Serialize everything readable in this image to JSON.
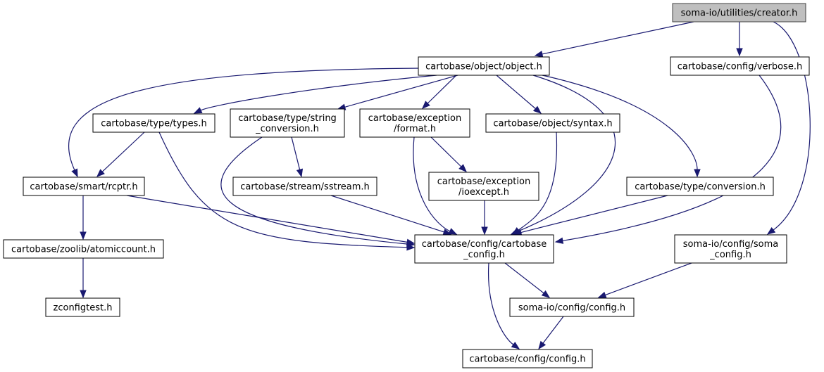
{
  "graph": {
    "accent_color": "#191970",
    "root_fill": "#bfbfbf",
    "nodes": {
      "creator": {
        "lines": [
          "soma-io/utilities/creator.h"
        ]
      },
      "object": {
        "lines": [
          "cartobase/object/object.h"
        ]
      },
      "verbose": {
        "lines": [
          "cartobase/config/verbose.h"
        ]
      },
      "types": {
        "lines": [
          "cartobase/type/types.h"
        ]
      },
      "string_conversion": {
        "lines": [
          "cartobase/type/string",
          "_conversion.h"
        ]
      },
      "format": {
        "lines": [
          "cartobase/exception",
          "/format.h"
        ]
      },
      "syntax": {
        "lines": [
          "cartobase/object/syntax.h"
        ]
      },
      "rcptr": {
        "lines": [
          "cartobase/smart/rcptr.h"
        ]
      },
      "sstream": {
        "lines": [
          "cartobase/stream/sstream.h"
        ]
      },
      "ioexcept": {
        "lines": [
          "cartobase/exception",
          "/ioexcept.h"
        ]
      },
      "conversion": {
        "lines": [
          "cartobase/type/conversion.h"
        ]
      },
      "atomiccount": {
        "lines": [
          "cartobase/zoolib/atomiccount.h"
        ]
      },
      "cartobase_config": {
        "lines": [
          "cartobase/config/cartobase",
          "_config.h"
        ]
      },
      "soma_config": {
        "lines": [
          "soma-io/config/soma",
          "_config.h"
        ]
      },
      "zconfigtest": {
        "lines": [
          "zconfigtest.h"
        ]
      },
      "somaio_config": {
        "lines": [
          "soma-io/config/config.h"
        ]
      },
      "carto_config": {
        "lines": [
          "cartobase/config/config.h"
        ]
      }
    },
    "edges": [
      {
        "from": "creator",
        "to": "object"
      },
      {
        "from": "creator",
        "to": "verbose"
      },
      {
        "from": "creator",
        "to": "soma_config"
      },
      {
        "from": "object",
        "to": "types"
      },
      {
        "from": "object",
        "to": "string_conversion"
      },
      {
        "from": "object",
        "to": "format"
      },
      {
        "from": "object",
        "to": "syntax"
      },
      {
        "from": "object",
        "to": "rcptr"
      },
      {
        "from": "object",
        "to": "conversion"
      },
      {
        "from": "object",
        "to": "cartobase_config"
      },
      {
        "from": "verbose",
        "to": "cartobase_config"
      },
      {
        "from": "types",
        "to": "rcptr"
      },
      {
        "from": "types",
        "to": "cartobase_config"
      },
      {
        "from": "string_conversion",
        "to": "sstream"
      },
      {
        "from": "string_conversion",
        "to": "cartobase_config"
      },
      {
        "from": "format",
        "to": "ioexcept"
      },
      {
        "from": "format",
        "to": "cartobase_config"
      },
      {
        "from": "syntax",
        "to": "cartobase_config"
      },
      {
        "from": "rcptr",
        "to": "atomiccount"
      },
      {
        "from": "rcptr",
        "to": "cartobase_config"
      },
      {
        "from": "sstream",
        "to": "cartobase_config"
      },
      {
        "from": "ioexcept",
        "to": "cartobase_config"
      },
      {
        "from": "conversion",
        "to": "cartobase_config"
      },
      {
        "from": "atomiccount",
        "to": "zconfigtest"
      },
      {
        "from": "cartobase_config",
        "to": "somaio_config"
      },
      {
        "from": "cartobase_config",
        "to": "carto_config"
      },
      {
        "from": "soma_config",
        "to": "somaio_config"
      },
      {
        "from": "somaio_config",
        "to": "carto_config"
      }
    ]
  }
}
